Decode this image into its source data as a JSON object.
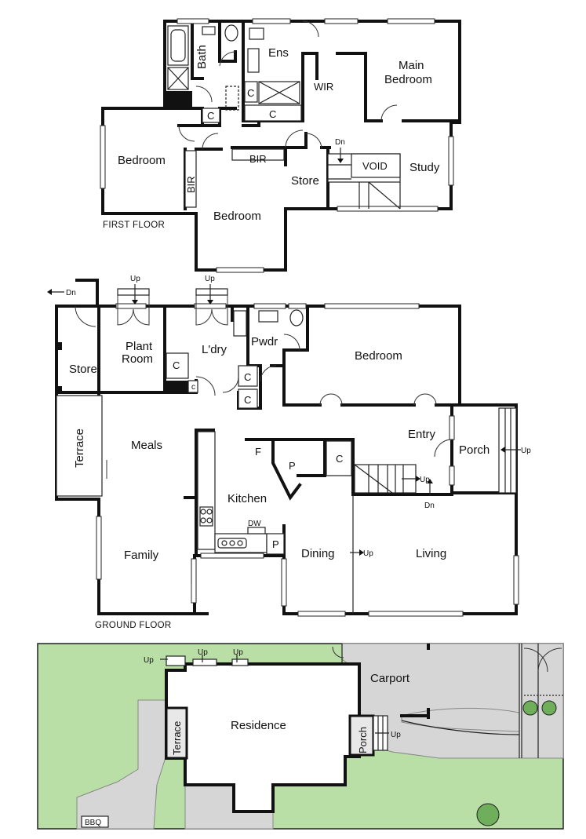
{
  "first_floor": {
    "label": "FIRST FLOOR",
    "rooms": {
      "bath": "Bath",
      "ens": "Ens",
      "wir": "WIR",
      "main_bedroom_line1": "Main",
      "main_bedroom_line2": "Bedroom",
      "bedroom_left": "Bedroom",
      "bedroom_middle": "Bedroom",
      "bir_vertical": "BIR",
      "bir_horizontal": "BIR",
      "store": "Store",
      "void": "VOID",
      "study": "Study",
      "cupboard_1": "C",
      "cupboard_2": "C",
      "cupboard_3": "C"
    },
    "arrows": {
      "dn": "Dn"
    }
  },
  "ground_floor": {
    "label": "GROUND FLOOR",
    "rooms": {
      "store": "Store",
      "plant_room_line1": "Plant",
      "plant_room_line2": "Room",
      "laundry": "L'dry",
      "powder": "Pwdr",
      "bedroom": "Bedroom",
      "terrace": "Terrace",
      "meals": "Meals",
      "kitchen": "Kitchen",
      "family": "Family",
      "dining": "Dining",
      "living": "Living",
      "entry": "Entry",
      "porch": "Porch",
      "fridge": "F",
      "pantry": "P",
      "pantry_2": "P",
      "dishwasher": "DW",
      "cupboard_laundry": "C",
      "cupboard_laundry_small": "c",
      "cupboard_hall_1": "C",
      "cupboard_hall_2": "C",
      "cupboard_entry": "C"
    },
    "arrows": {
      "dn_left": "Dn",
      "up_plant": "Up",
      "up_laundry": "Up",
      "up_porch": "Up",
      "up_stair": "Up",
      "dn_stair": "Dn",
      "up_dining": "Up"
    }
  },
  "site_plan": {
    "residence": "Residence",
    "carport": "Carport",
    "terrace": "Terrace",
    "porch": "Porch",
    "bbq": "BBQ",
    "up_1": "Up",
    "up_2": "Up",
    "up_3": "Up",
    "up_4": "Up"
  },
  "colors": {
    "grass": "#b9dfa6",
    "paving": "#d6d6d6",
    "walls": "#111111"
  }
}
